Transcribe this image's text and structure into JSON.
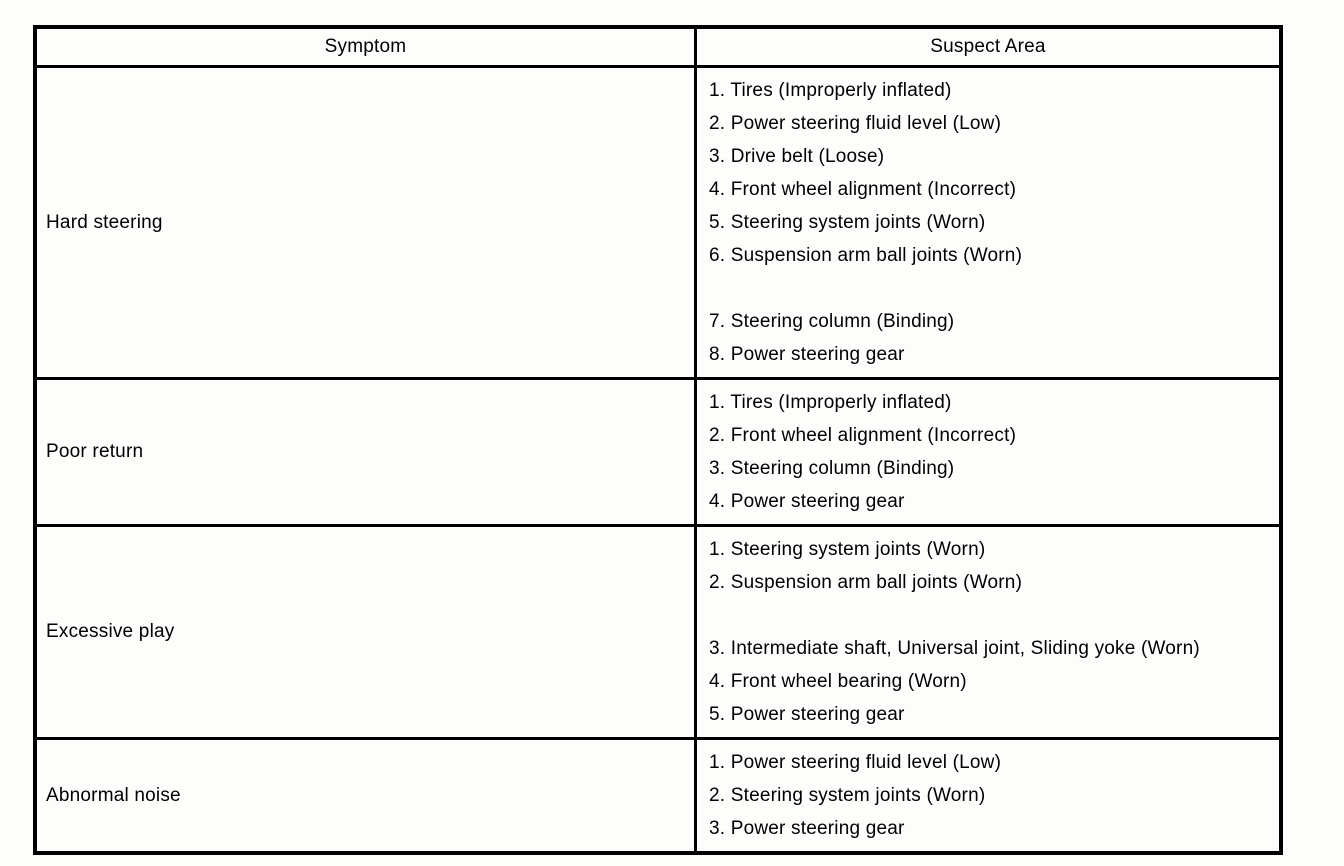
{
  "table": {
    "headers": [
      "Symptom",
      "Suspect Area"
    ],
    "rows": [
      {
        "symptom": "Hard steering",
        "suspect_areas": [
          "1. Tires (Improperly inflated)",
          "2. Power steering fluid level (Low)",
          "3. Drive belt (Loose)",
          "4. Front wheel alignment (Incorrect)",
          "5. Steering system joints (Worn)",
          "6. Suspension arm ball joints (Worn)",
          "",
          "7. Steering column (Binding)",
          "8. Power steering gear"
        ]
      },
      {
        "symptom": "Poor return",
        "suspect_areas": [
          "1. Tires (Improperly inflated)",
          "2. Front wheel alignment (Incorrect)",
          "3. Steering column (Binding)",
          "4. Power steering gear"
        ]
      },
      {
        "symptom": "Excessive play",
        "suspect_areas": [
          "1. Steering system joints (Worn)",
          "2. Suspension arm ball joints (Worn)",
          "",
          "3. Intermediate shaft, Universal joint, Sliding yoke (Worn)",
          "4. Front wheel bearing (Worn)",
          "5. Power steering gear"
        ]
      },
      {
        "symptom": "Abnormal noise",
        "suspect_areas": [
          "1. Power steering fluid level (Low)",
          "2. Steering system joints (Worn)",
          "3. Power steering gear"
        ]
      }
    ]
  }
}
